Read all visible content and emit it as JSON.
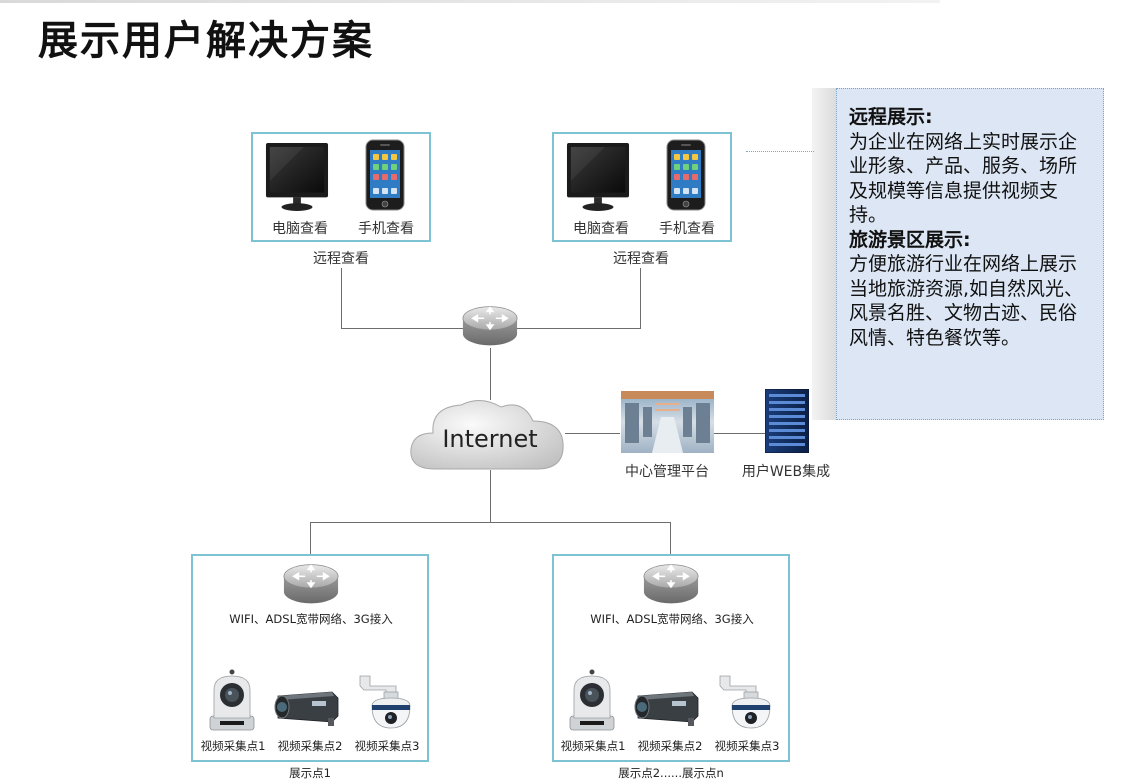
{
  "title": "展示用户解决方案",
  "callout": {
    "heading1": "远程展示:",
    "text1": "为企业在网络上实时展示企业形象、产品、服务、场所及规模等信息提供视频支持。",
    "heading2": "旅游景区展示:",
    "text2": "方便旅游行业在网络上展示当地旅游资源,如自然风光、风景名胜、文物古迹、民俗风情、特色餐饮等。"
  },
  "remote_groups": [
    {
      "pc_label": "电脑查看",
      "phone_label": "手机查看",
      "group_label": "远程查看"
    },
    {
      "pc_label": "电脑查看",
      "phone_label": "手机查看",
      "group_label": "远程查看"
    }
  ],
  "internet_label": "Internet",
  "center_label": "中心管理平台",
  "web_label": "用户WEB集成",
  "sites": [
    {
      "network_label": "WIFI、ADSL宽带网络、3G接入",
      "cameras": [
        "视频采集点1",
        "视频采集点2",
        "视频采集点3"
      ],
      "site_label": "展示点1"
    },
    {
      "network_label": "WIFI、ADSL宽带网络、3G接入",
      "cameras": [
        "视频采集点1",
        "视频采集点2",
        "视频采集点3"
      ],
      "site_label": "展示点2......展示点n"
    }
  ],
  "colors": {
    "box_border": "#7ec3d3",
    "callout_bg": "#dde6f4",
    "connector": "#6d6d6d"
  }
}
